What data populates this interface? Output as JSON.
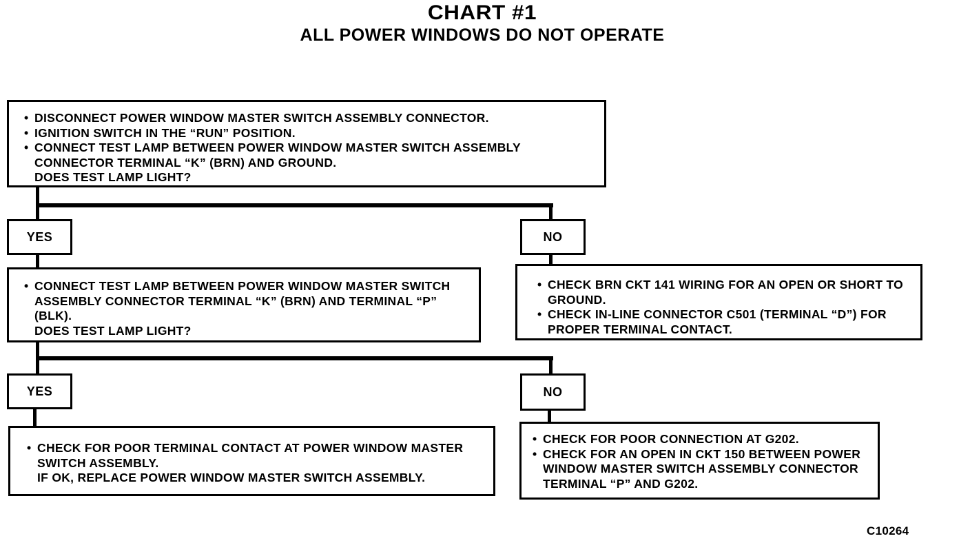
{
  "header": {
    "title": "CHART #1",
    "subtitle": "ALL POWER WINDOWS DO NOT OPERATE"
  },
  "step1": {
    "bullets": [
      "DISCONNECT POWER WINDOW MASTER SWITCH ASSEMBLY CONNECTOR.",
      "IGNITION SWITCH IN THE “RUN” POSITION.",
      "CONNECT TEST LAMP BETWEEN POWER WINDOW MASTER SWITCH ASSEMBLY CONNECTOR TERMINAL “K” (BRN) AND GROUND."
    ],
    "question": "DOES TEST LAMP LIGHT?"
  },
  "branch1": {
    "yes_label": "YES",
    "no_label": "NO"
  },
  "step2": {
    "bullets": [
      "CONNECT TEST LAMP BETWEEN POWER WINDOW MASTER SWITCH ASSEMBLY CONNECTOR TERMINAL “K” (BRN) AND TERMINAL “P” (BLK)."
    ],
    "question": "DOES TEST LAMP LIGHT?"
  },
  "no1_result": {
    "bullets": [
      "CHECK BRN CKT 141 WIRING FOR AN OPEN OR SHORT TO GROUND.",
      "CHECK IN-LINE CONNECTOR C501 (TERMINAL “D”) FOR PROPER TERMINAL CONTACT."
    ]
  },
  "branch2": {
    "yes_label": "YES",
    "no_label": "NO"
  },
  "yes2_result": {
    "bullets": [
      "CHECK FOR POOR TERMINAL CONTACT AT POWER WINDOW MASTER SWITCH ASSEMBLY."
    ],
    "note": "IF OK, REPLACE POWER WINDOW MASTER SWITCH ASSEMBLY."
  },
  "no2_result": {
    "bullets": [
      "CHECK FOR POOR CONNECTION AT G202.",
      "CHECK FOR AN OPEN IN CKT 150 BETWEEN POWER WINDOW MASTER SWITCH ASSEMBLY CONNECTOR TERMINAL “P” AND G202."
    ]
  },
  "footer": {
    "figure_code": "C10264"
  }
}
